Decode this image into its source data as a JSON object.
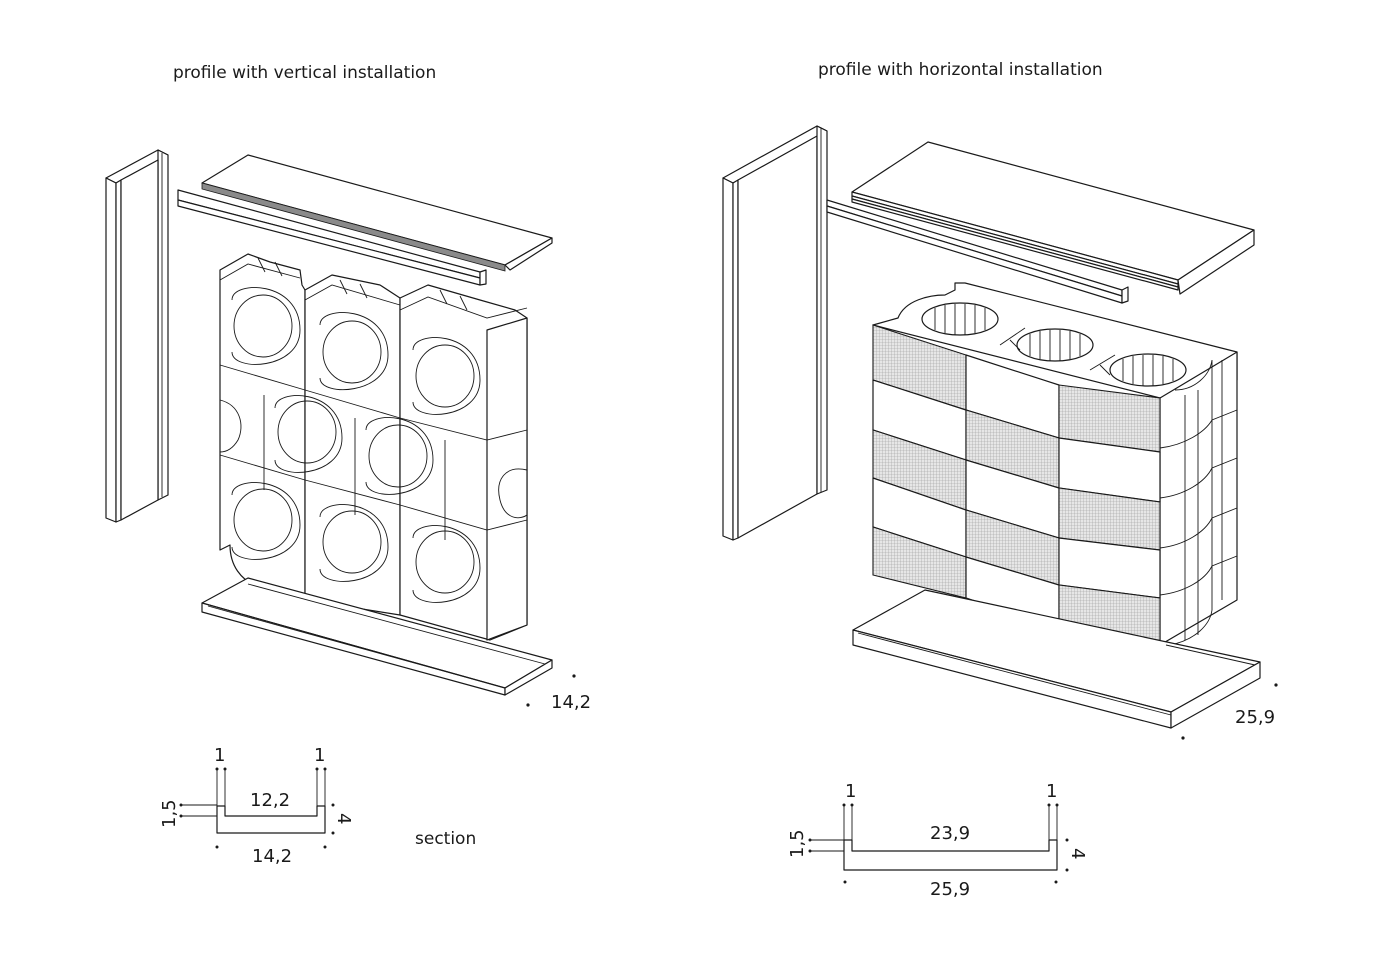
{
  "left_panel": {
    "title": "profile with vertical installation",
    "profile_width_label": "14,2",
    "section": {
      "label": "section",
      "flange_left": "1",
      "flange_right": "1",
      "inner_width": "12,2",
      "outer_width": "14,2",
      "base_thickness": "1,5",
      "height": "4"
    }
  },
  "right_panel": {
    "title": "profile with horizontal installation",
    "profile_width_label": "25,9",
    "section": {
      "flange_left": "1",
      "flange_right": "1",
      "inner_width": "23,9",
      "outer_width": "25,9",
      "base_thickness": "1,5",
      "height": "4"
    }
  },
  "colors": {
    "line": "#1a1a1a",
    "hatch": "#9a9a9a",
    "background": "#ffffff"
  }
}
